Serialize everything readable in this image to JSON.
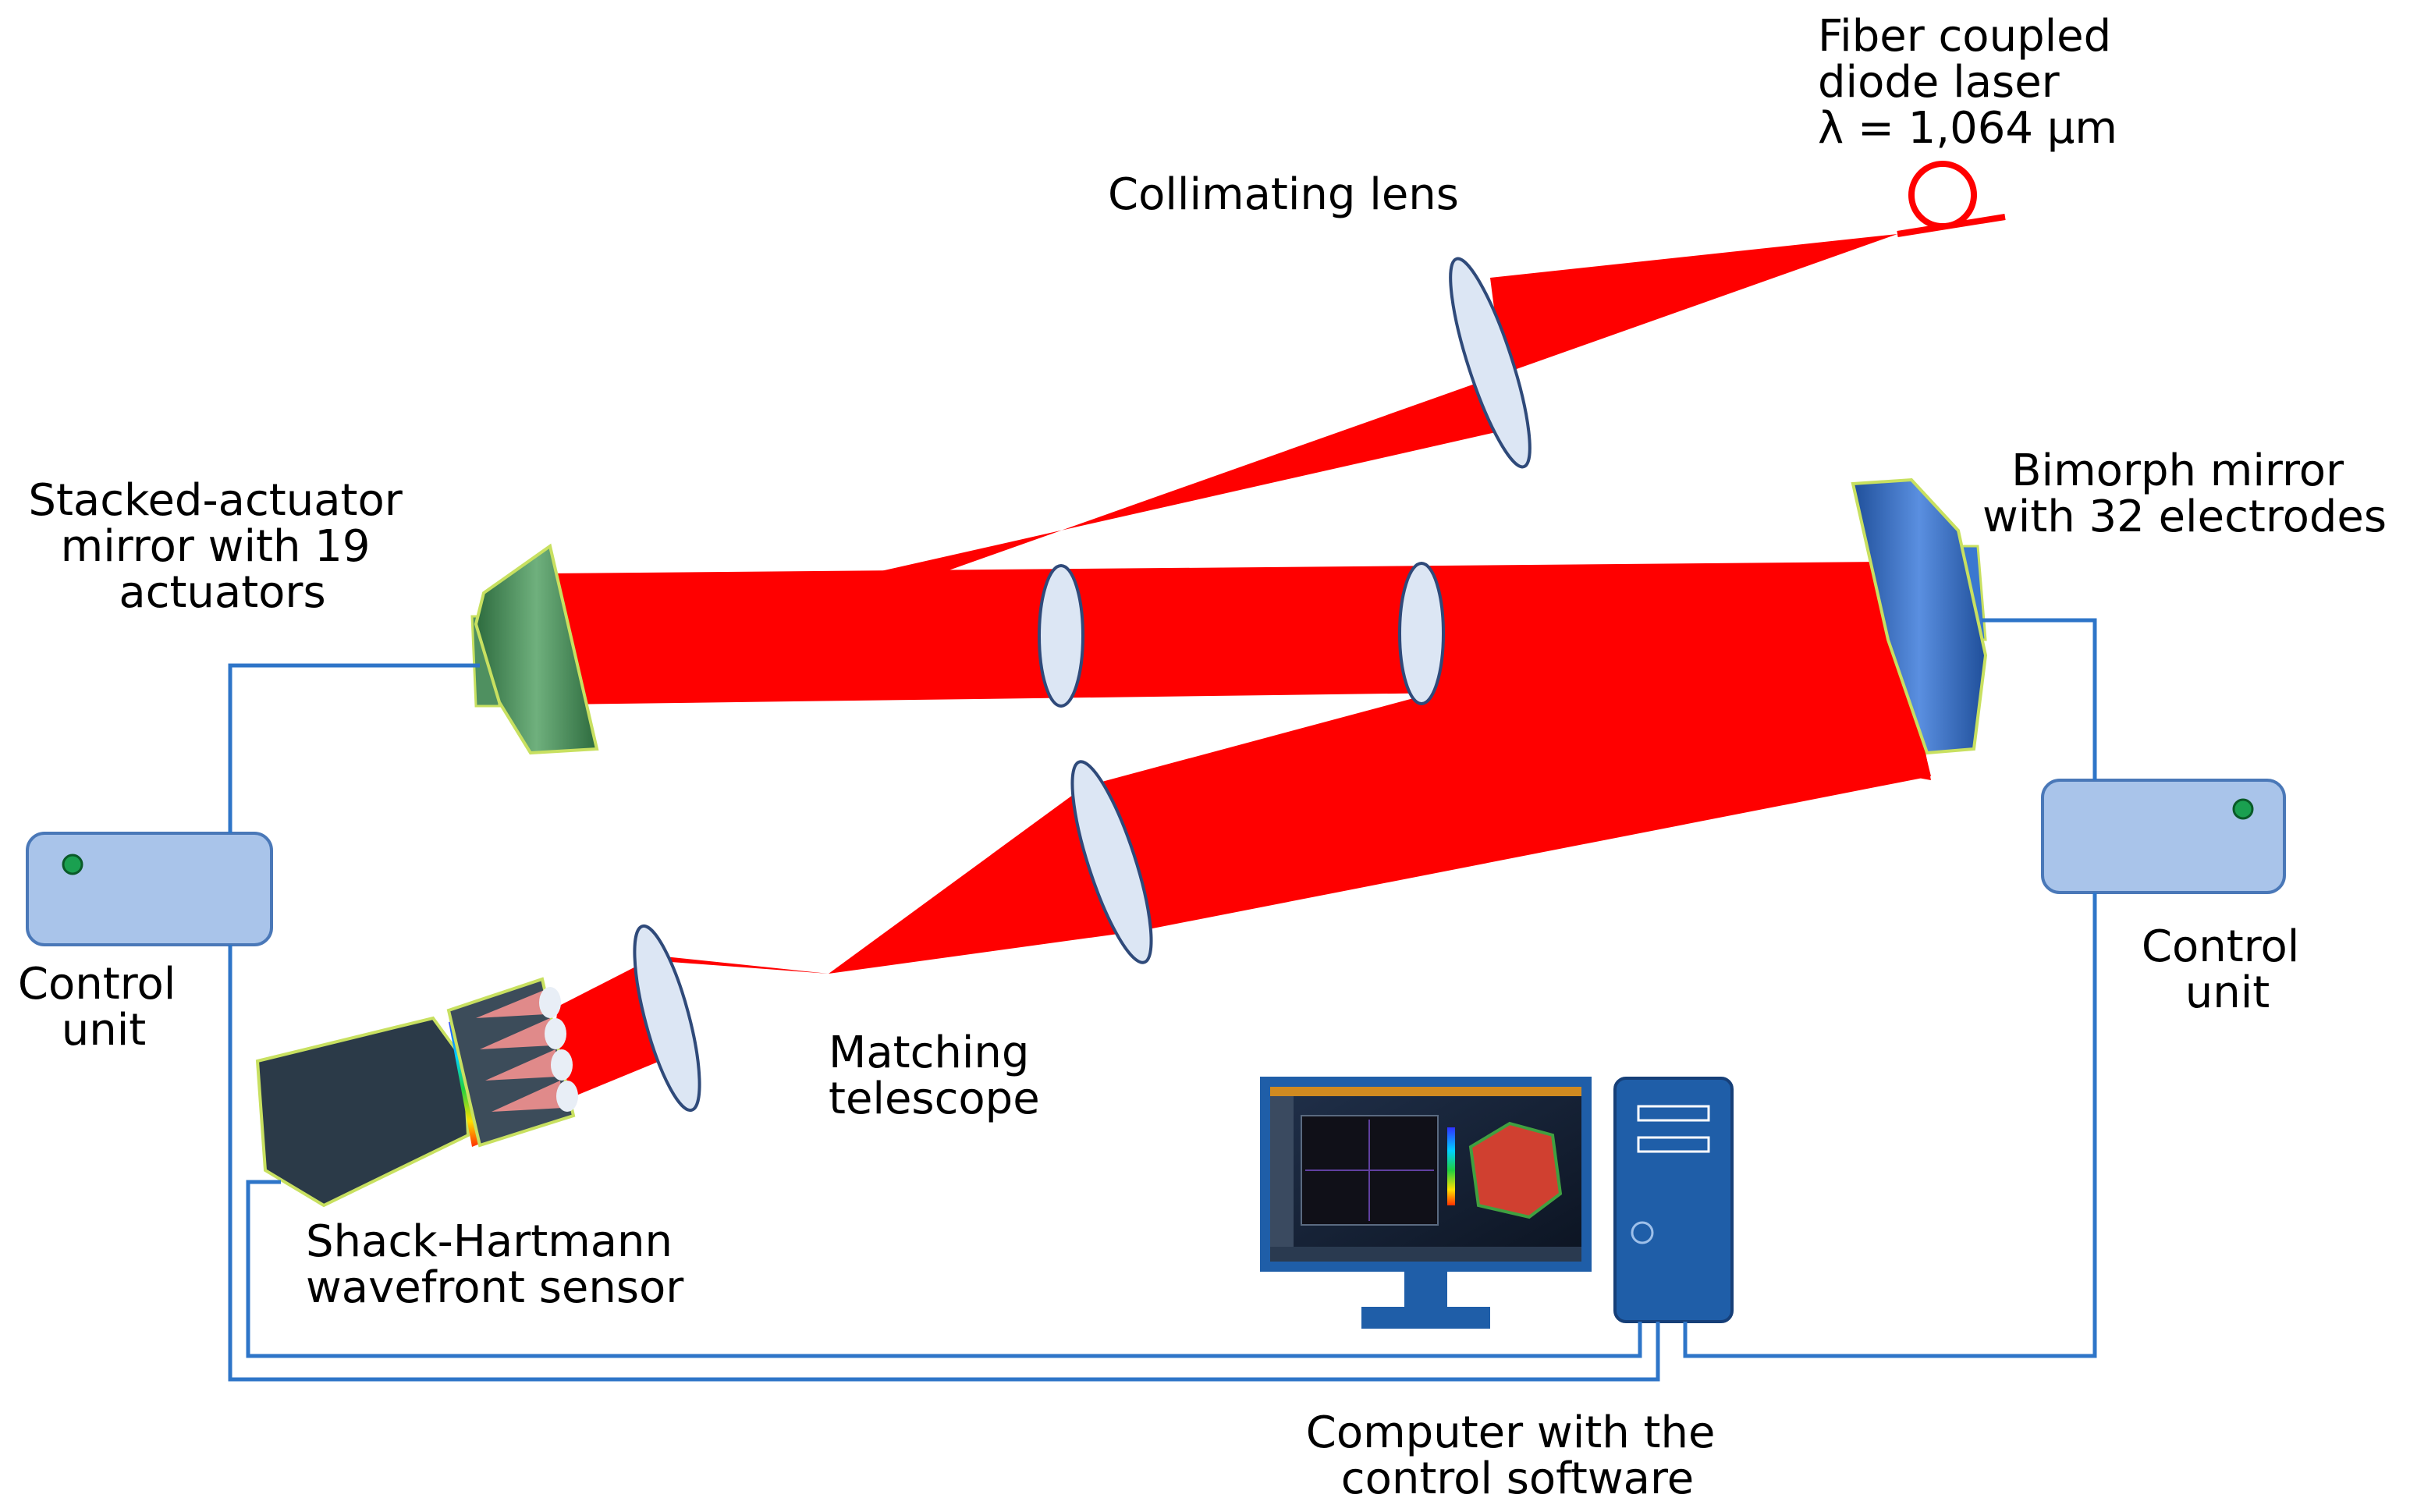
{
  "labels": {
    "laser": [
      "Fiber coupled",
      "diode laser",
      "λ = 1,064 μm"
    ],
    "collimating_lens": "Collimating lens",
    "stacked_mirror": [
      "Stacked-actuator",
      "mirror with 19",
      "actuators"
    ],
    "bimorph_mirror": [
      "Bimorph mirror",
      "with 32 electrodes"
    ],
    "control_unit_left": [
      "Control",
      "unit"
    ],
    "control_unit_right": [
      "Control",
      "unit"
    ],
    "matching_telescope": [
      "Matching",
      "telescope"
    ],
    "wavefront_sensor": [
      "Shack-Hartmann",
      "wavefront sensor"
    ],
    "computer": [
      "Computer with the",
      "control software"
    ]
  },
  "colors": {
    "beam": "#ff0000",
    "lens_fill": "#dce6f4",
    "lens_stroke": "#2f4a7a",
    "cable": "#2e75c8",
    "control_unit_fill": "#a9c4ea",
    "stacked_mirror": "#3f8a55",
    "bimorph_mirror": "#2f6fc8",
    "computer": "#1f5ea8",
    "sensor_body": "#2b3a48"
  }
}
